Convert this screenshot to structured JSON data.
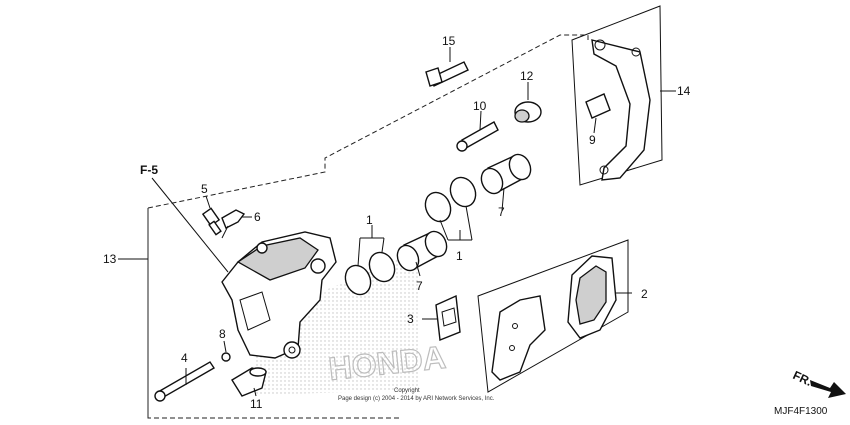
{
  "diagram": {
    "callouts": [
      {
        "id": "c1a",
        "text": "1"
      },
      {
        "id": "c1b",
        "text": "1"
      },
      {
        "id": "c2",
        "text": "2"
      },
      {
        "id": "c3",
        "text": "3"
      },
      {
        "id": "c4",
        "text": "4"
      },
      {
        "id": "c5",
        "text": "5"
      },
      {
        "id": "c6",
        "text": "6"
      },
      {
        "id": "c7a",
        "text": "7"
      },
      {
        "id": "c7b",
        "text": "7"
      },
      {
        "id": "c8",
        "text": "8"
      },
      {
        "id": "c9",
        "text": "9"
      },
      {
        "id": "c10",
        "text": "10"
      },
      {
        "id": "c11",
        "text": "11"
      },
      {
        "id": "c12",
        "text": "12"
      },
      {
        "id": "c13",
        "text": "13"
      },
      {
        "id": "c14",
        "text": "14"
      },
      {
        "id": "c15",
        "text": "15"
      }
    ],
    "section_ref": "F-5",
    "direction_label": "FR.",
    "diagram_code": "MJF4F1300",
    "watermark_text": "HONDA",
    "copyright_line1": "Copyright",
    "copyright_line2": "Page design (c) 2004 - 2014 by ARI Network Services, Inc."
  },
  "colors": {
    "line": "#111111",
    "fill": "#ffffff",
    "shading": "#cfcfcf"
  }
}
